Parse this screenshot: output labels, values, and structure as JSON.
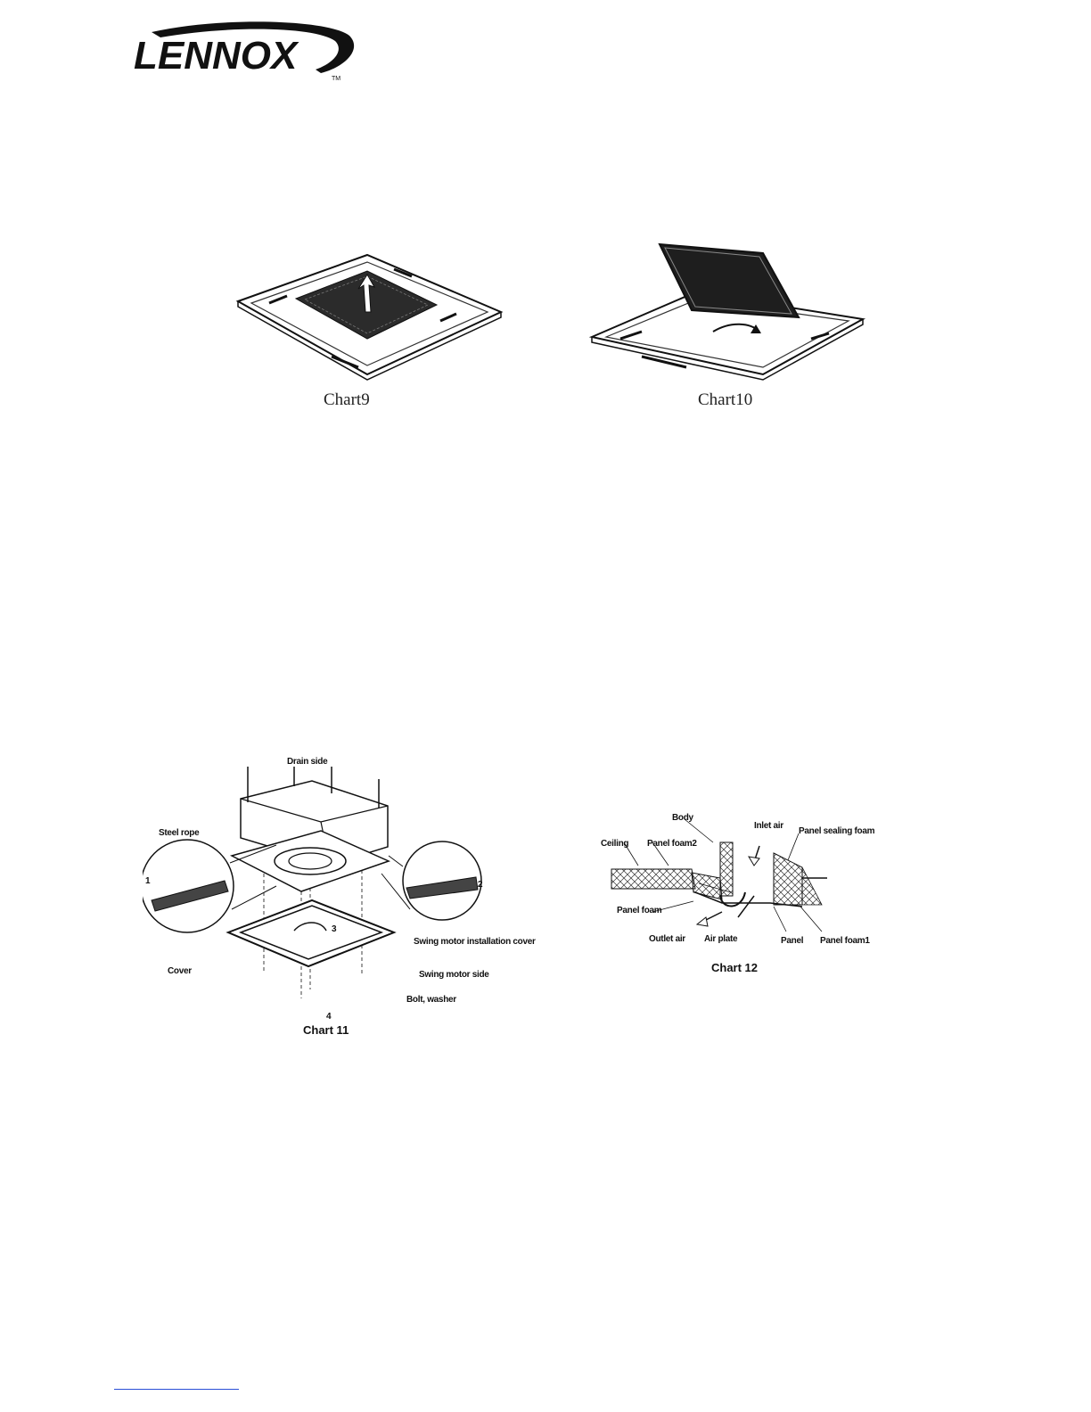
{
  "header": {
    "logo_text": "LENNOX",
    "trademark": "TM"
  },
  "figures": {
    "chart9": {
      "caption": "Chart9"
    },
    "chart10": {
      "caption": "Chart10"
    },
    "chart11": {
      "caption": "Chart 11",
      "labels": {
        "drain_side": "Drain side",
        "steel_rope": "Steel rope",
        "n1": "1",
        "n2": "2",
        "n3": "3",
        "n4": "4",
        "swing_motor_cover": "Swing motor installation cover",
        "cover": "Cover",
        "swing_motor_side": "Swing motor side",
        "bolt_washer": "Bolt, washer"
      }
    },
    "chart12": {
      "caption": "Chart 12",
      "labels": {
        "body": "Body",
        "inlet_air": "Inlet air",
        "panel_sealing_foam": "Panel sealing foam",
        "ceiling": "Ceiling",
        "panel_foam2": "Panel foam2",
        "panel_foam": "Panel foam",
        "outlet_air": "Outlet air",
        "air_plate": "Air plate",
        "panel": "Panel",
        "panel_foam1": "Panel foam1"
      }
    }
  }
}
